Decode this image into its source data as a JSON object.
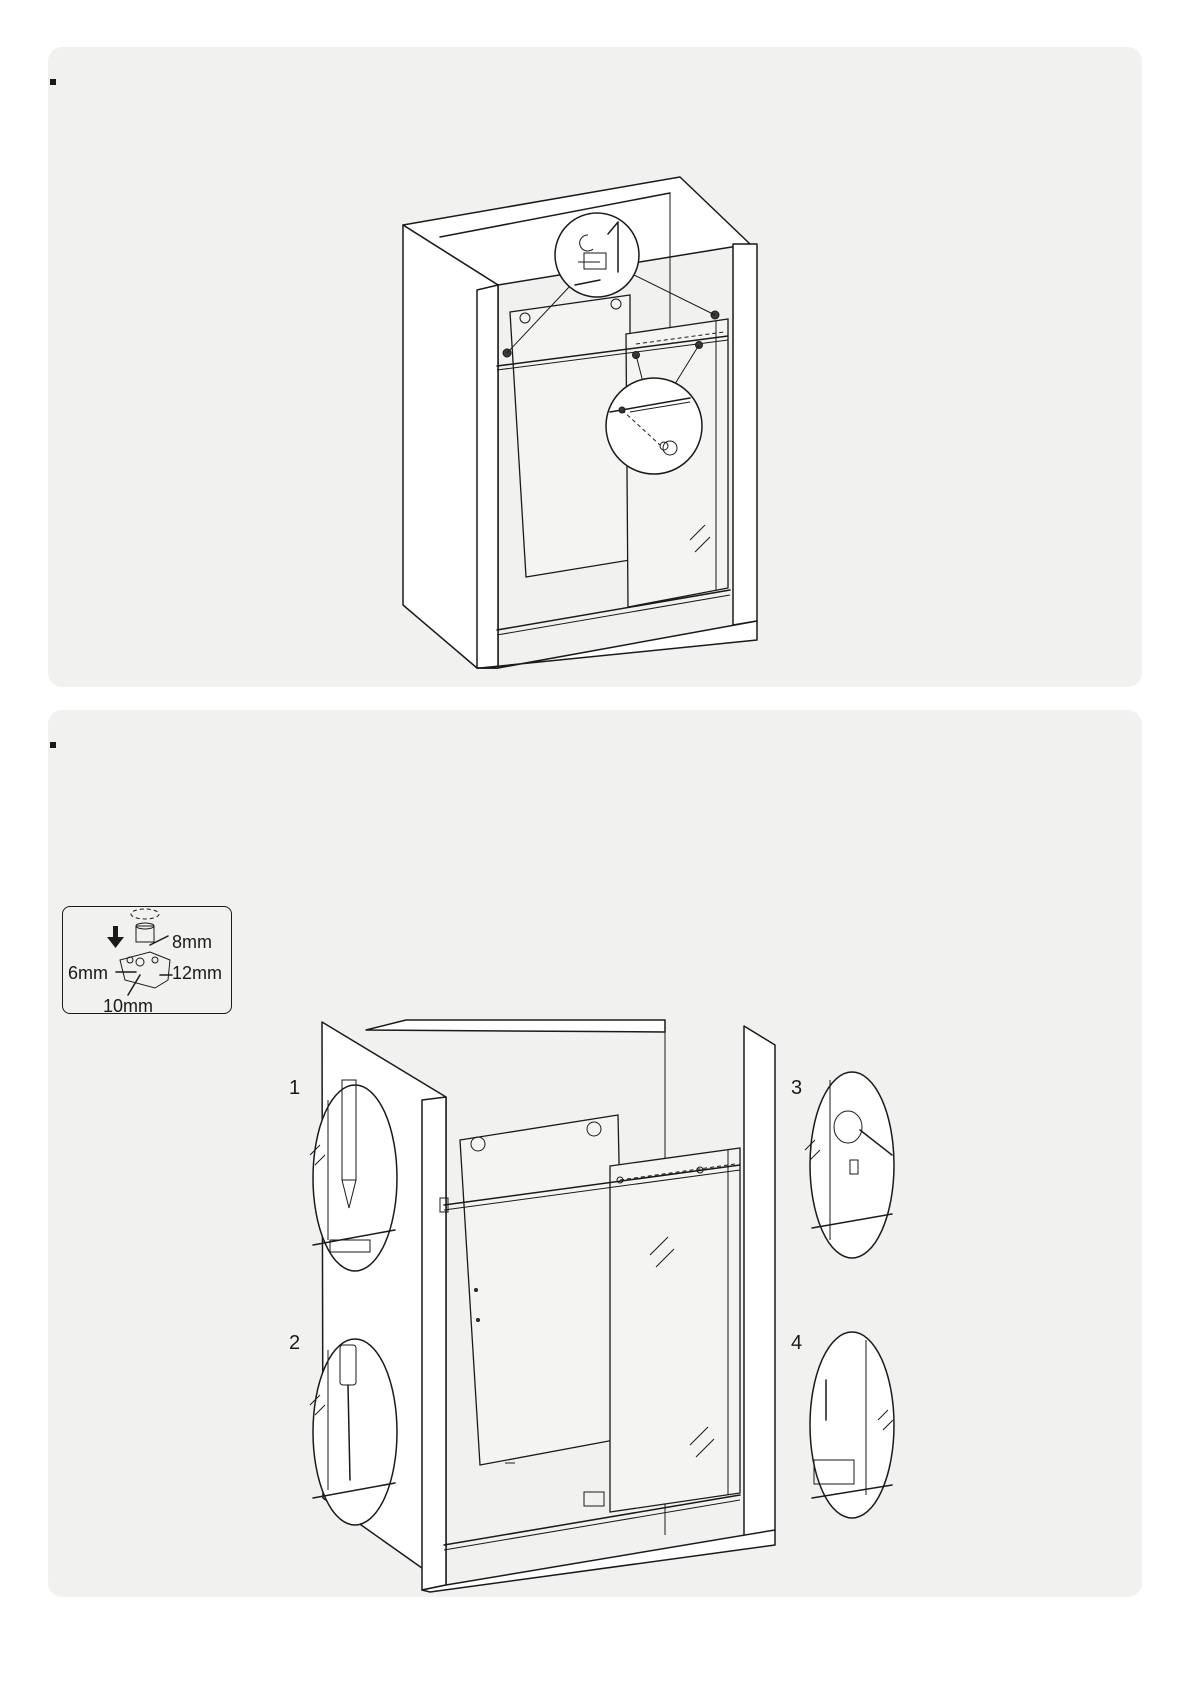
{
  "section1": {},
  "section2": {
    "dimensions": {
      "top": "8mm",
      "left": "6mm",
      "right": "12mm",
      "bottom": "10mm"
    },
    "steps": [
      "1",
      "2",
      "3",
      "4"
    ]
  }
}
